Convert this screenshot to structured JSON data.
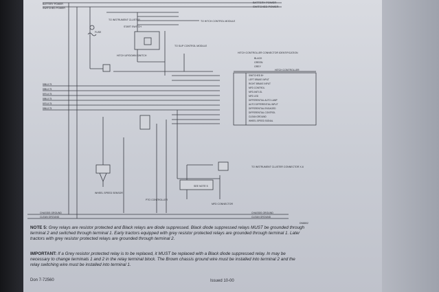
{
  "top": {
    "battery_power": "BATTERY POWER",
    "switched_power": "SWITCHED POWER"
  },
  "top_left_labels": {
    "to_instrument_cluster": "TO INSTRUMENT CLUSTER",
    "to_hitch_control_module": "TO HITCH CONTROL MODULE",
    "fuse": "FUSE",
    "start_switch": "START SWITCH",
    "hitch_updown_switch": "HITCH UP/DOWN SWITCH"
  },
  "to_slip_control": "TO SLIP CONTROL MODULE",
  "connector_table": {
    "title": "HITCH CONTROLLER CONNECTOR IDENTIFICATION",
    "legend": [
      "BLACK",
      "GREEN",
      "GREY"
    ],
    "header": "HITCH CONTROLLER",
    "rows": [
      "SWITCHED B+",
      "LEFT BRAKE INPUT",
      "RIGHT BRAKE INPUT",
      "MFD CONTROL",
      "MFD ANTI-SL",
      "MFD LED",
      "DIFFERENTIAL AUTO LAMP",
      "AUTO DIFFERENTIAL INPUT",
      "DIFFERENTIAL ENGAGED",
      "DIFFERENTIAL CONTROL",
      "CLEAN GROUND",
      "WHEEL SPEED SIGNAL"
    ]
  },
  "left_wire_codes": [
    "598L8 75",
    "598L8 75",
    "597L8 75",
    "598L8 75",
    "597L8 75",
    "596L8 75"
  ],
  "lower_labels": {
    "wheel_speed_sensor": "WHEEL SPEED SENSOR",
    "to_instrument_cluster_connector": "TO INSTRUMENT CLUSTER CONNECTOR X-6",
    "see_note": "SEE NOTE 5",
    "pto_controller": "PTO CONTROLLER",
    "mfd_connector": "MFD CONNECTOR",
    "chassis_ground": "CHASSIS GROUND",
    "clean_ground": "CLEAN GROUND"
  },
  "diagram_number": "DN8802",
  "notes": {
    "note5_label": "NOTE 5:",
    "note5_text": "Grey relays are resistor protected and Black relays are diode suppressed. Black diode suppressed relays MUST be grounded through terminal 2 and switched through terminal 1. Early tractors equipped with grey resistor protected relays are grounded through terminal 1. Later tractors with grey resistor protected relays are grounded through terminal 2.",
    "important_label": "IMPORTANT:",
    "important_text": "If a Grey resistor protected relay is to be replaced, it MUST be replaced with a Black diode suppressed relay. In may be necessary to change terminals 1 and 2 in the relay terminal block. The Brown chassis ground wire must be installed into terminal 2 and the relay switching wire must be installed into terminal 1."
  },
  "footer": {
    "doc_number": "Don 7-72560",
    "issued": "Issued 10-00"
  }
}
